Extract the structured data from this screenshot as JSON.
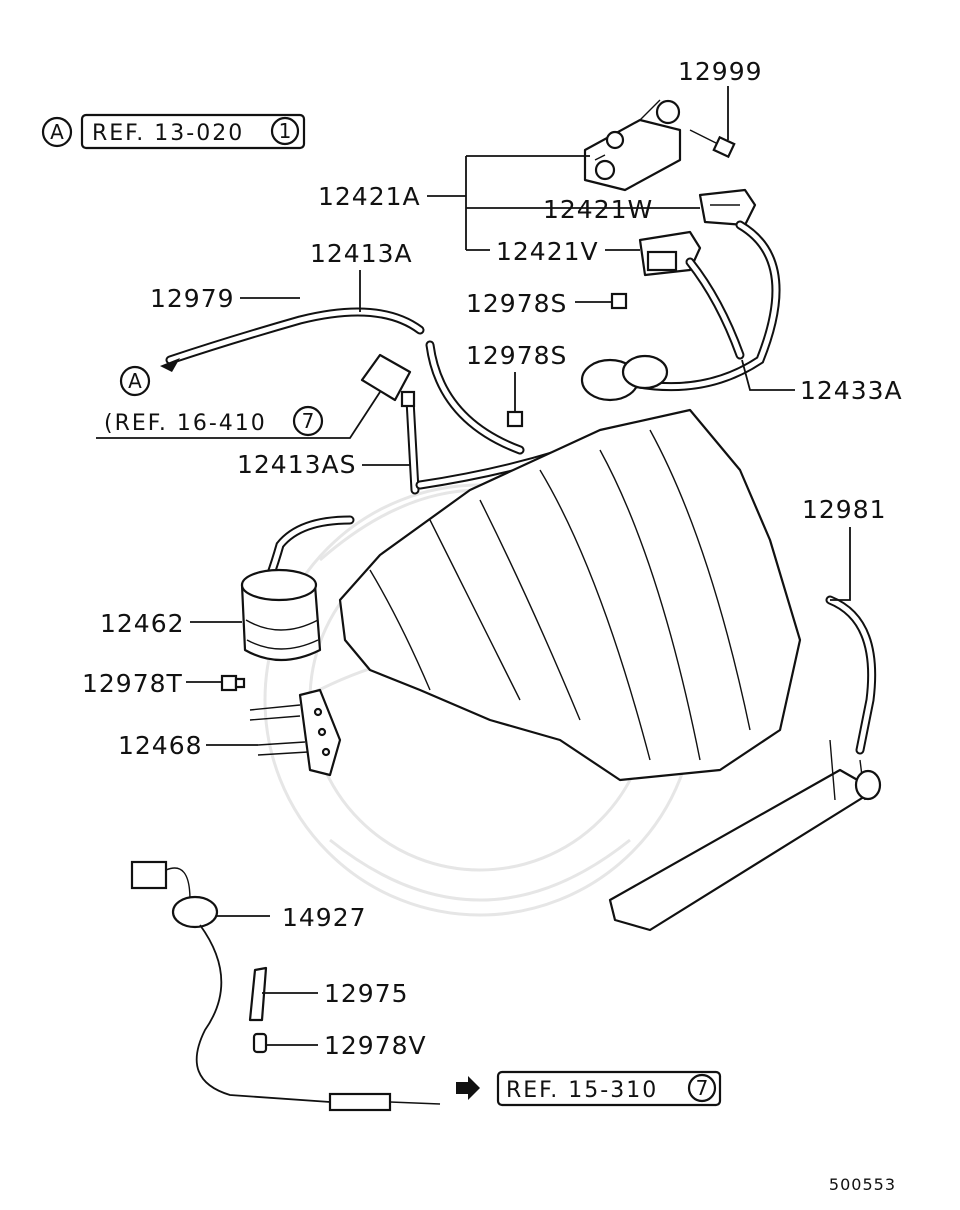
{
  "diagram_number": "500553",
  "references": {
    "ref_13_020": {
      "marker": "A",
      "text": "REF. 13-020",
      "circled": "1"
    },
    "ref_16_410": {
      "text": "(REF. 16-410",
      "circled": "7"
    },
    "ref_15_310": {
      "text": "REF. 15-310",
      "circled": "7"
    },
    "arrow_marker": "A"
  },
  "parts": {
    "p12999": "12999",
    "p12421A": "12421A",
    "p12421W": "12421W",
    "p12421V": "12421V",
    "p12413A": "12413A",
    "p12979": "12979",
    "p12978S_1": "12978S",
    "p12978S_2": "12978S",
    "p12433A": "12433A",
    "p12413AS": "12413AS",
    "p12981": "12981",
    "p12462": "12462",
    "p12978T": "12978T",
    "p12468": "12468",
    "p14927": "14927",
    "p12975": "12975",
    "p12978V": "12978V"
  }
}
